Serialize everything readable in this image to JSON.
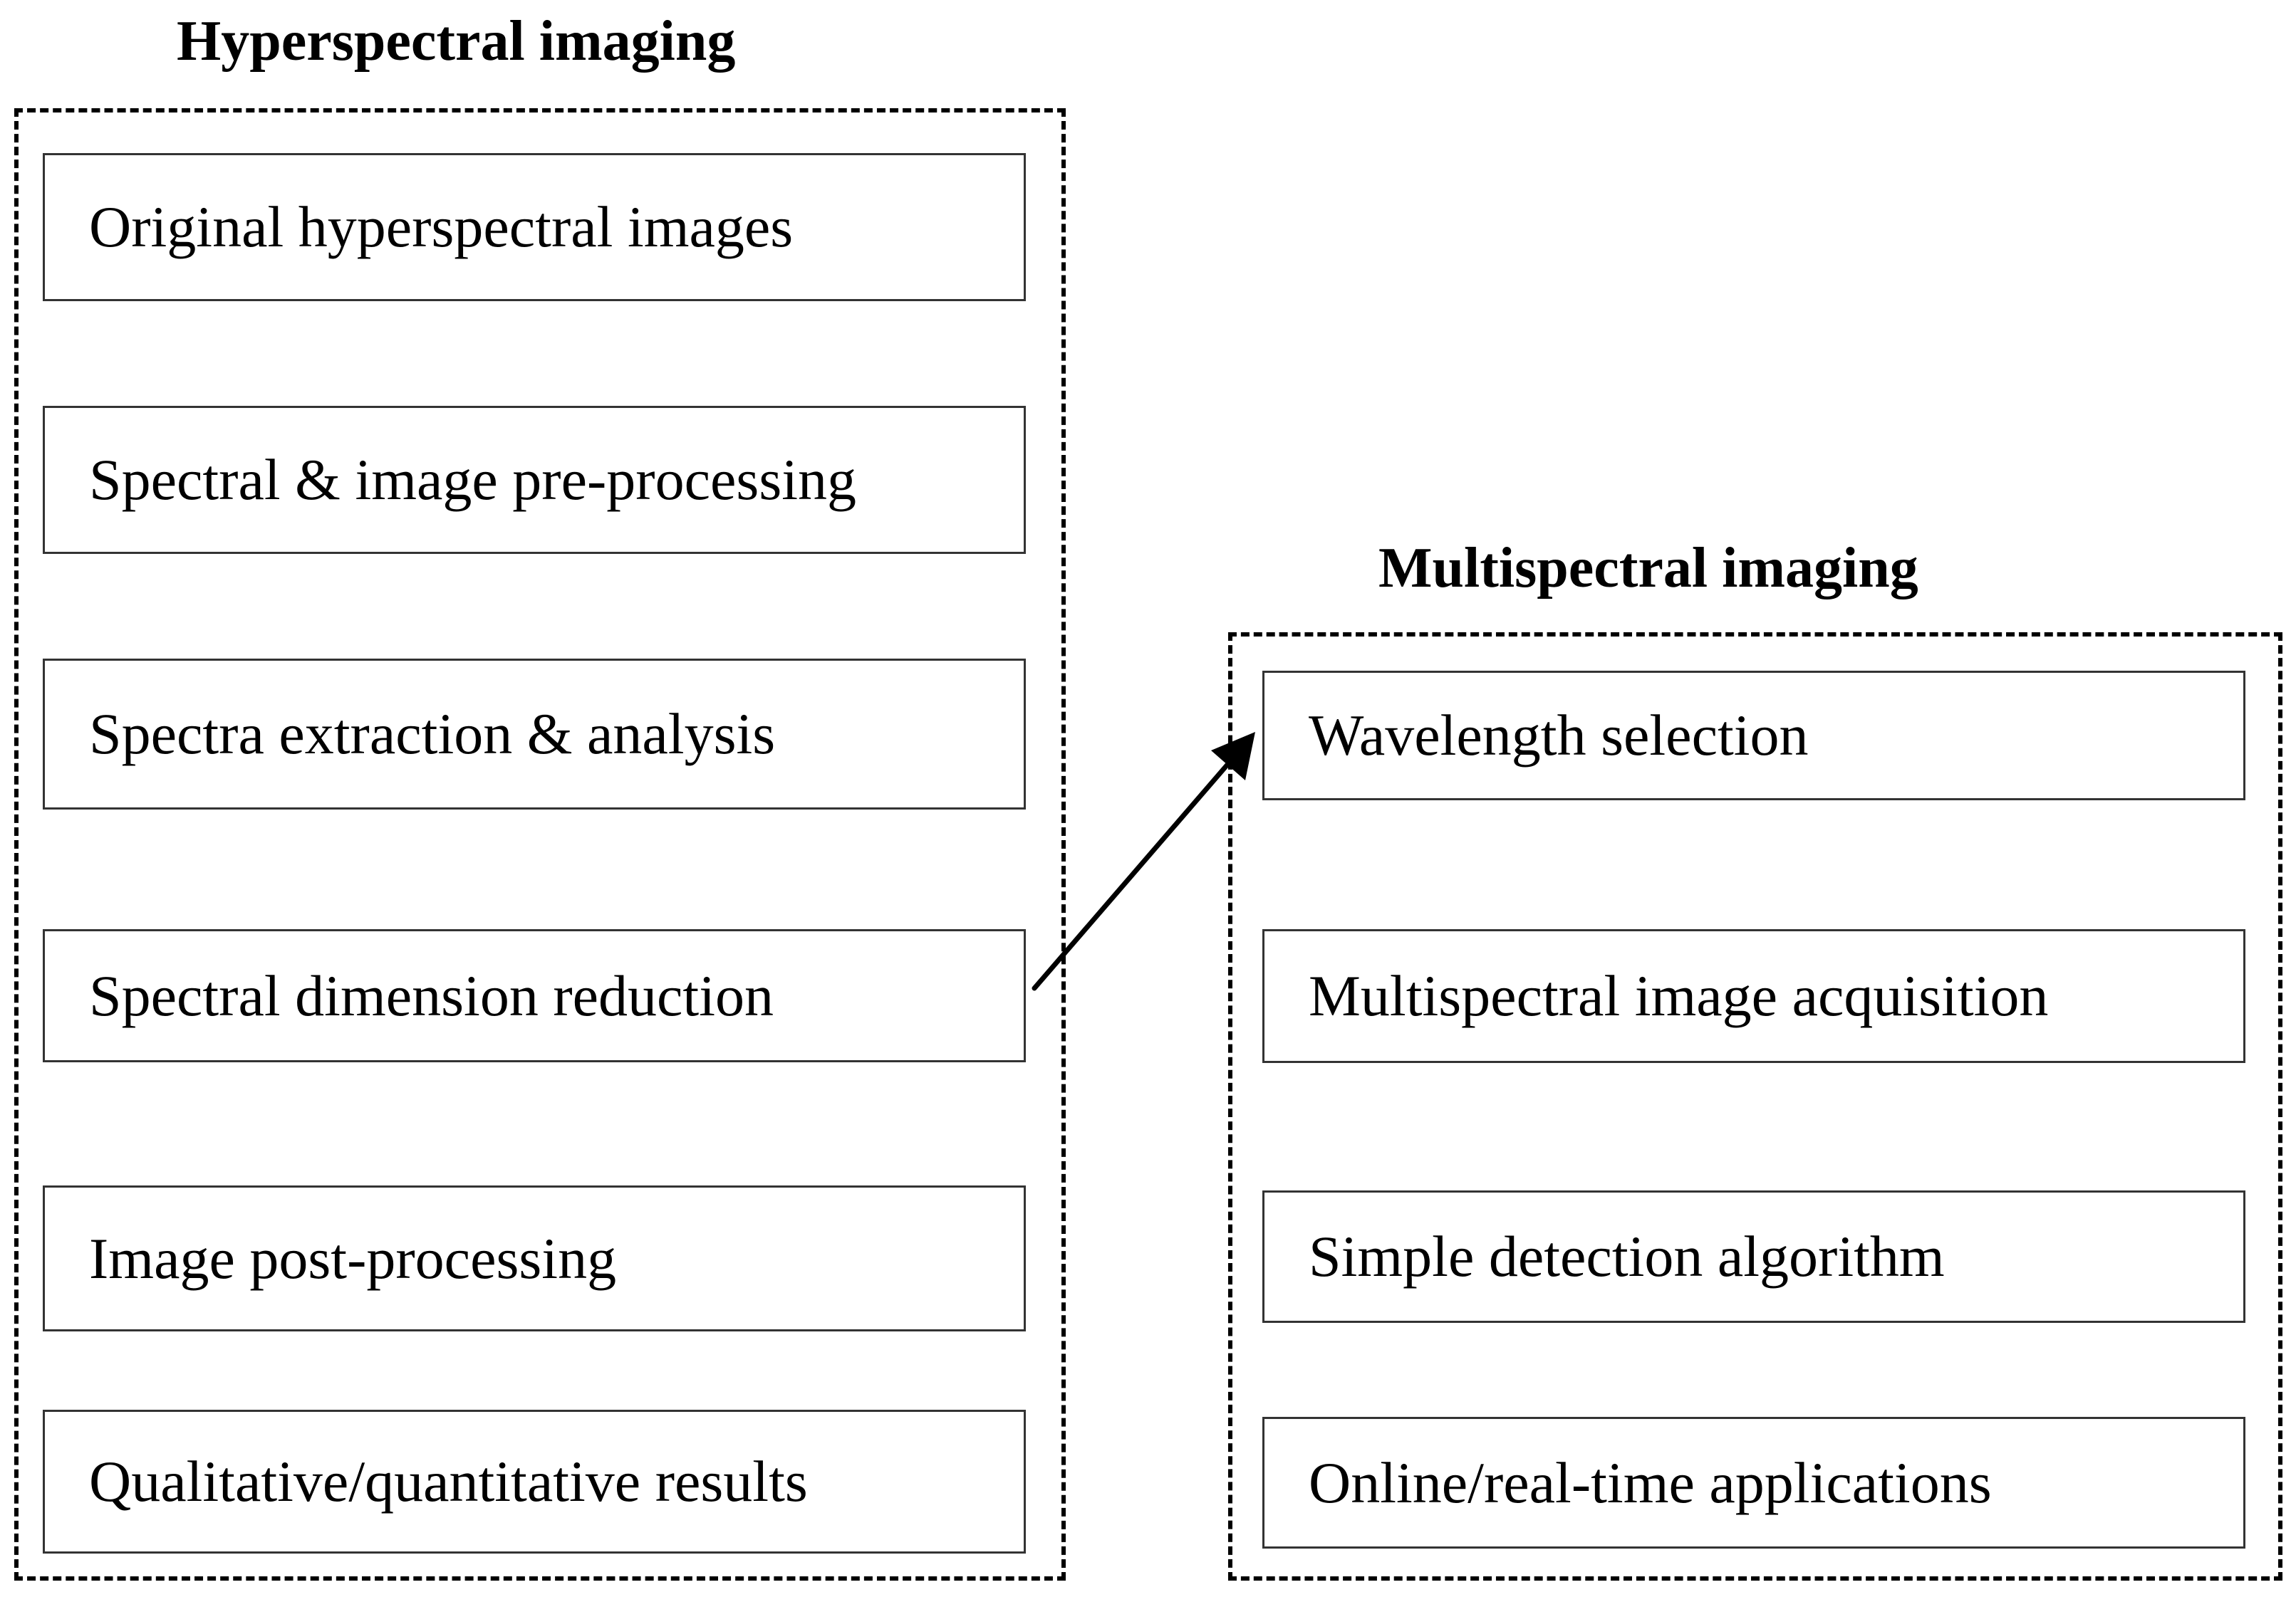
{
  "hyperspectral": {
    "title": "Hyperspectral imaging",
    "steps": [
      "Original hyperspectral images",
      "Spectral & image pre-processing",
      "Spectra extraction & analysis",
      "Spectral dimension reduction",
      "Image post-processing",
      "Qualitative/quantitative results"
    ]
  },
  "multispectral": {
    "title": "Multispectral imaging",
    "steps": [
      "Wavelength selection",
      "Multispectral image acquisition",
      "Simple detection algorithm",
      "Online/real-time applications"
    ]
  },
  "colors": {
    "line": "#000000",
    "box_border": "#333333",
    "background": "#ffffff"
  }
}
